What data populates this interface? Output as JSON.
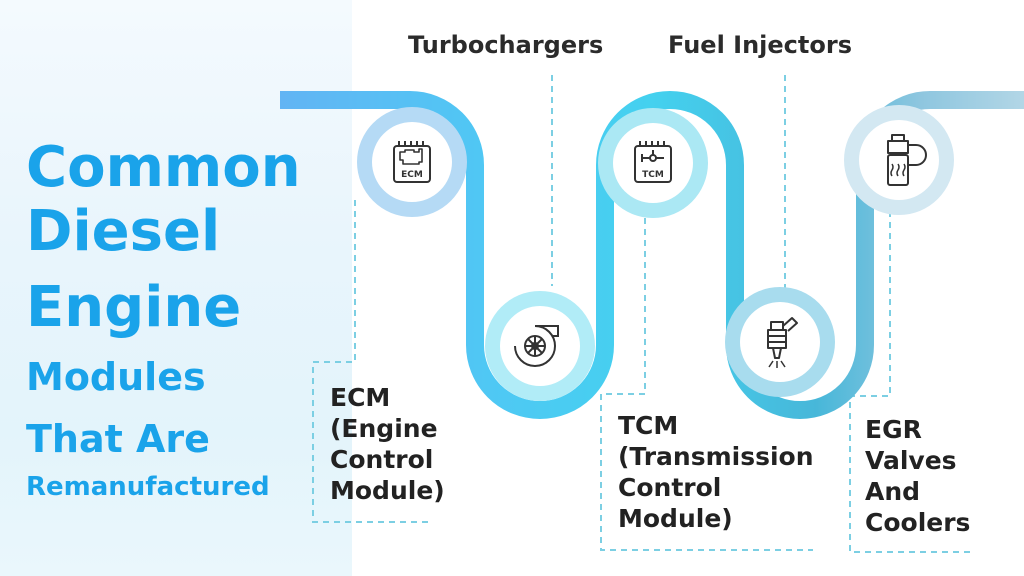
{
  "title_lines": [
    "Common",
    "Diesel",
    "Engine",
    "Modules",
    "That Are",
    "Remanufactured"
  ],
  "modules": [
    {
      "name_lines": [
        "ECM",
        "(Engine",
        "Control",
        "Module)"
      ],
      "icon": "ecm-icon",
      "icon_text": "ECM"
    },
    {
      "name_lines": [
        "Turbochargers"
      ],
      "icon": "turbocharger-icon"
    },
    {
      "name_lines": [
        "TCM",
        "(Transmission",
        "Control",
        "Module)"
      ],
      "icon": "tcm-icon",
      "icon_text": "TCM"
    },
    {
      "name_lines": [
        "Fuel Injectors"
      ],
      "icon": "fuel-injector-icon"
    },
    {
      "name_lines": [
        "EGR",
        "Valves",
        "And",
        "Coolers"
      ],
      "icon": "egr-valve-icon"
    }
  ],
  "colors": {
    "title": "#1aa3ea",
    "path_start": "#62b4f4",
    "path_mid": "#44d1ef",
    "path_end": "#a9d3e6",
    "connector": "#7ccfe3"
  }
}
